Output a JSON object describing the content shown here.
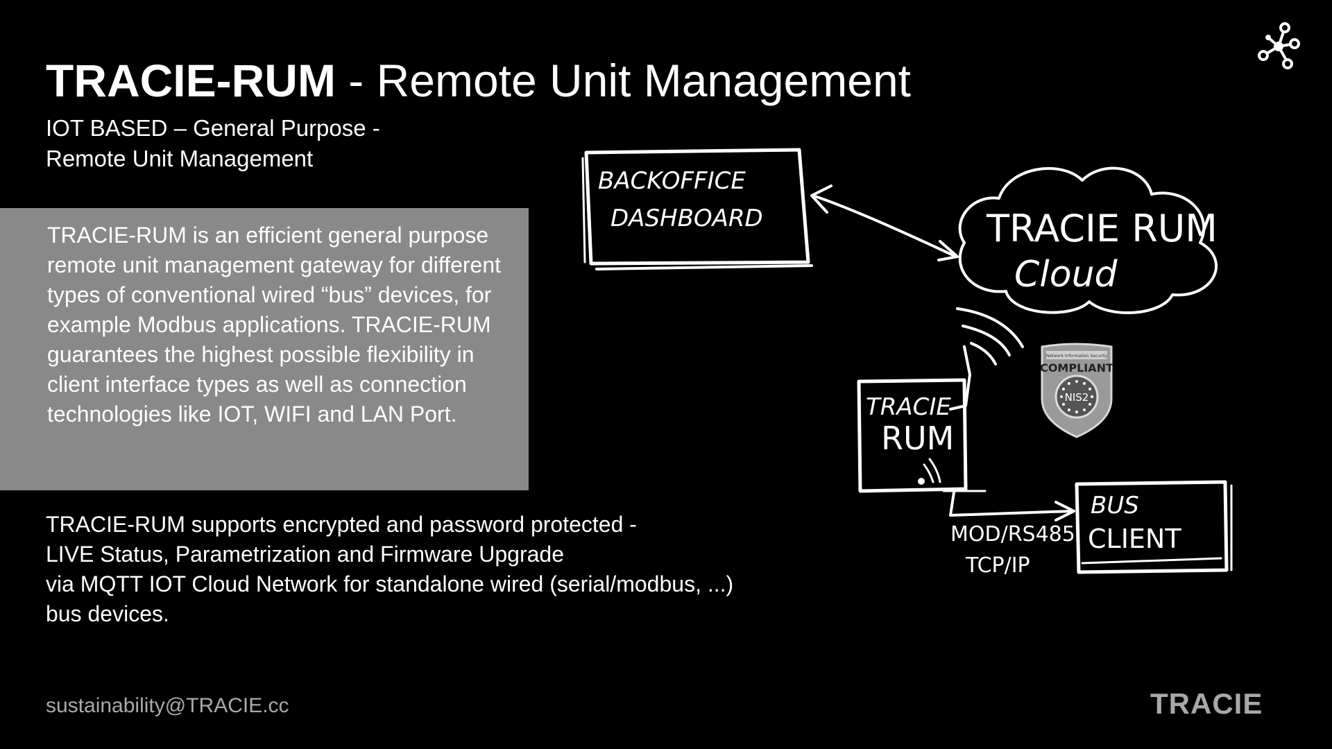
{
  "header": {
    "title_bold": "TRACIE-RUM",
    "title_rest": " - Remote Unit Management",
    "subtitle_line1": "IOT BASED – General Purpose -",
    "subtitle_line2": "Remote Unit Management"
  },
  "description": "TRACIE-RUM is an efficient general purpose remote unit management gateway for different types of conventional wired “bus” devices, for example Modbus applications. TRACIE-RUM guarantees the highest possible flexibility in client interface types as well as connection technologies like IOT, WIFI and LAN Port.",
  "support": {
    "line1": "TRACIE-RUM supports encrypted and password protected -",
    "line2": "LIVE Status, Parametrization and Firmware Upgrade",
    "line3": "via MQTT IOT Cloud Network for standalone wired (serial/modbus, ...)",
    "line4": "bus devices."
  },
  "diagram": {
    "backoffice_line1": "BACKOFFICE",
    "backoffice_line2": "DASHBOARD",
    "cloud_line1": "TRACIE RUM",
    "cloud_line2": "Cloud",
    "device_line1": "TRACIE",
    "device_line2": "RUM",
    "client_line1": "BUS",
    "client_line2": "CLIENT",
    "link_line1": "MOD/RS485",
    "link_line2": "TCP/IP",
    "badge_top": "Network Information Security",
    "badge_main": "COMPLIANT",
    "badge_code": "NIS2"
  },
  "footer": {
    "email": "sustainability@TRACIE.cc",
    "brand": "TRACIE"
  },
  "icons": [
    "network-nodes-icon",
    "wifi-signal-icon",
    "nis2-compliant-badge-icon"
  ],
  "colors": {
    "background": "#000000",
    "panel": "#898989",
    "text": "#ffffff",
    "muted": "#aaaaaa"
  }
}
